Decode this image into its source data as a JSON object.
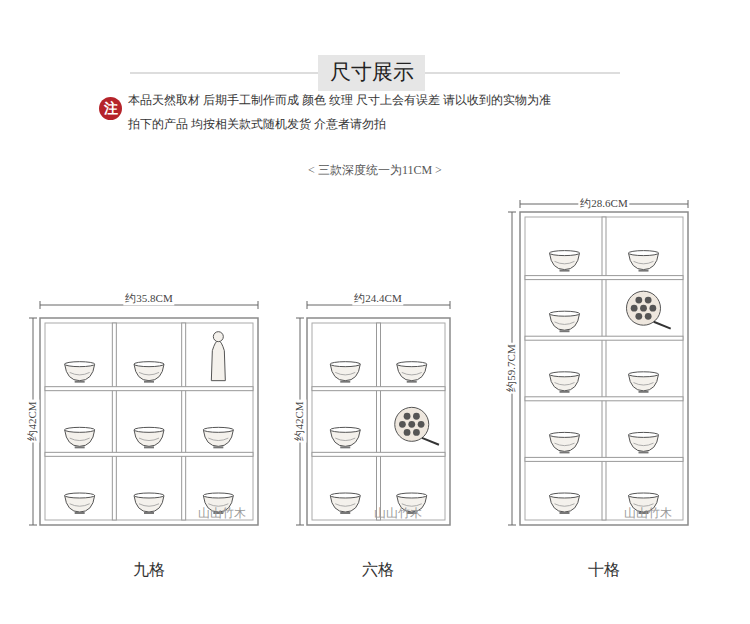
{
  "diagram": {
    "title": "尺寸展示",
    "nodes": [
      {
        "text": [
          "注"
        ]
      }
    ],
    "labels": [
      "本品天然取材 后期手工制作而成 颜色 纹理 尺寸上会有误差 请以收到的实物为准",
      "拍下的产品 均按相关款式随机发货 介意者请勿拍",
      "< 三款深度统一为11CM >",
      "约35.8CM",
      "约42CM",
      "约24.4CM",
      "约42CM",
      "约28.6CM",
      "约59.7CM",
      "九格",
      "六格",
      "十格",
      "山山竹木",
      "山山竹木",
      "山山竹木"
    ]
  }
}
